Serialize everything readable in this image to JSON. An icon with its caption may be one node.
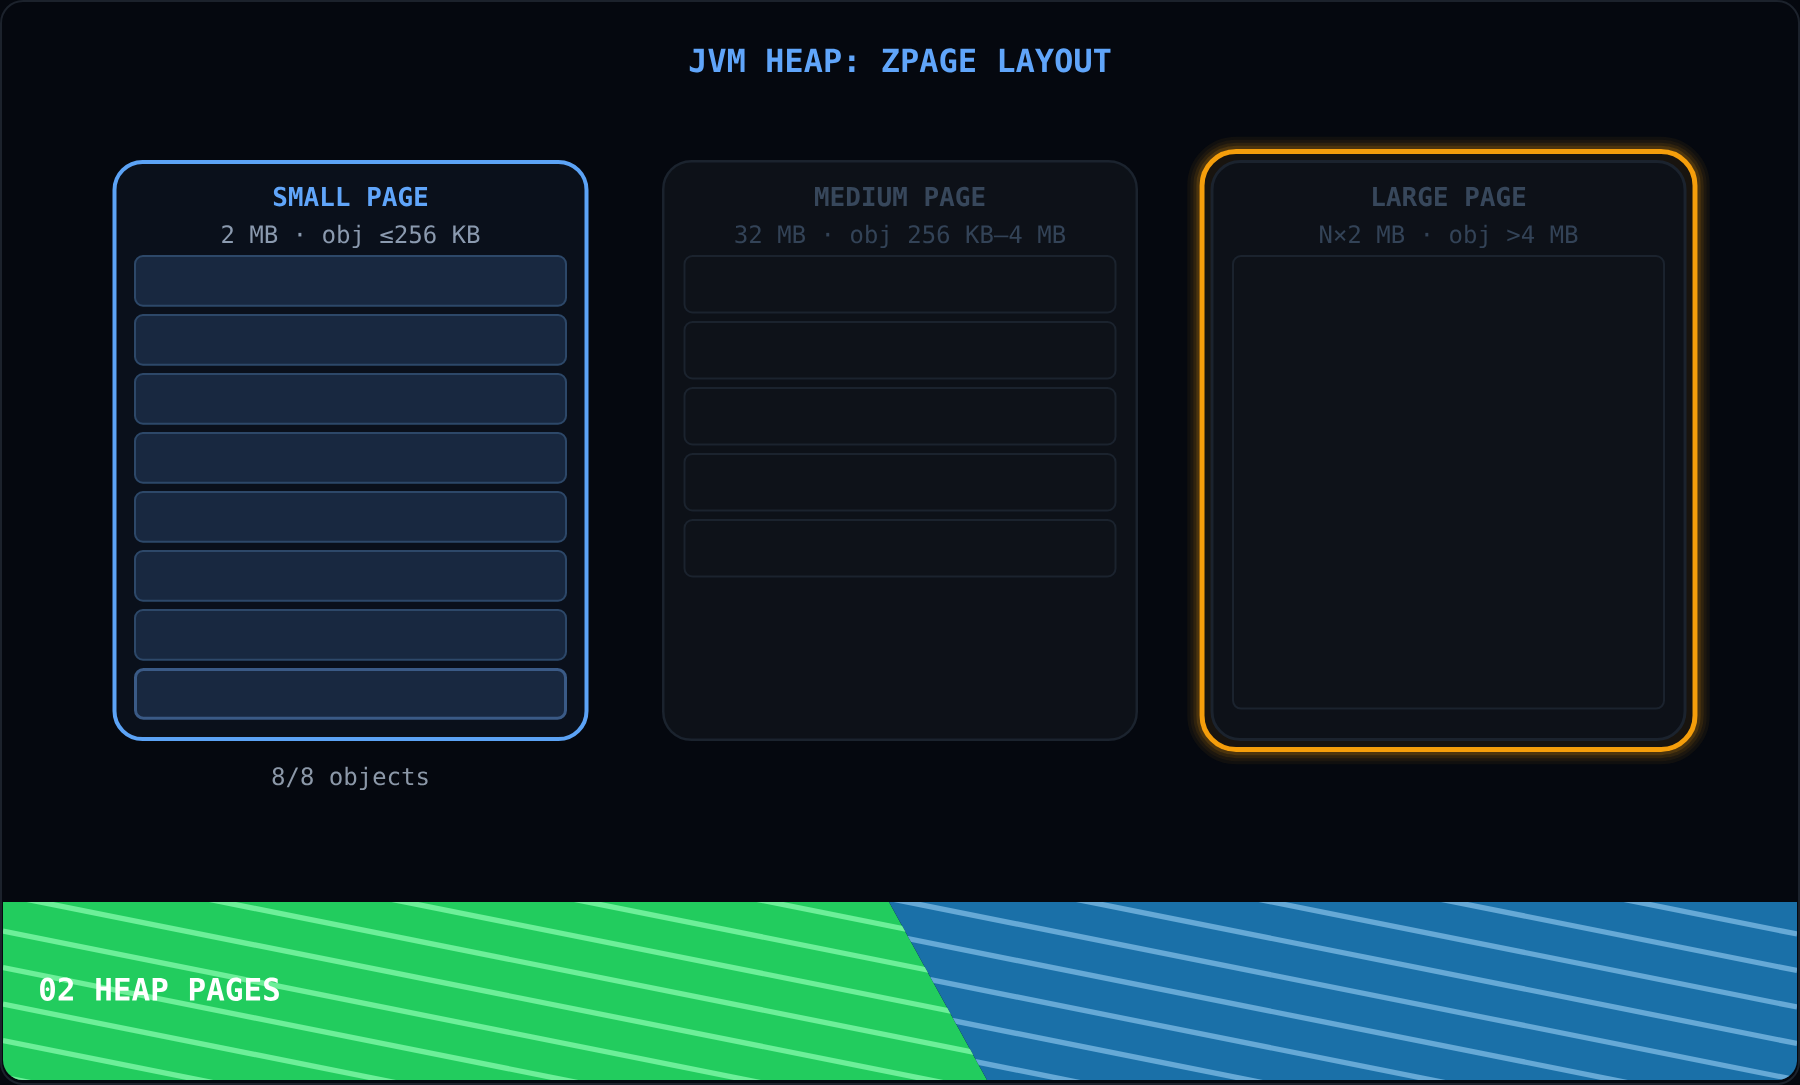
{
  "diagram": {
    "title": "JVM HEAP: ZPAGE LAYOUT",
    "nodes": [
      {
        "text": [
          "SMALL PAGE",
          "2 MB · obj ≤256 KB"
        ]
      },
      {
        "text": [],
        "shape": "box",
        "in": 0
      },
      {
        "text": [],
        "shape": "box",
        "in": 0
      },
      {
        "text": [],
        "shape": "box",
        "in": 0
      },
      {
        "text": [],
        "shape": "box",
        "in": 0
      },
      {
        "text": [],
        "shape": "box",
        "in": 0
      },
      {
        "text": [],
        "shape": "box",
        "in": 0
      },
      {
        "text": [],
        "shape": "box",
        "in": 0
      },
      {
        "text": [],
        "shape": "box",
        "in": 0
      },
      {
        "text": [
          "MEDIUM PAGE",
          "32 MB · obj 256 KB–4 MB"
        ]
      },
      {
        "text": [],
        "shape": "box",
        "in": 9
      },
      {
        "text": [],
        "shape": "box",
        "in": 9
      },
      {
        "text": [],
        "shape": "box",
        "in": 9
      },
      {
        "text": [],
        "shape": "box",
        "in": 9
      },
      {
        "text": [],
        "shape": "box",
        "in": 9
      },
      {
        "text": [
          "LARGE PAGE",
          "N×2 MB · obj >4 MB"
        ]
      },
      {
        "text": [],
        "shape": "box",
        "in": 15
      },
      {
        "text": [
          "02 HEAP PAGES"
        ]
      }
    ],
    "labels": [
      "8/8 objects"
    ]
  }
}
